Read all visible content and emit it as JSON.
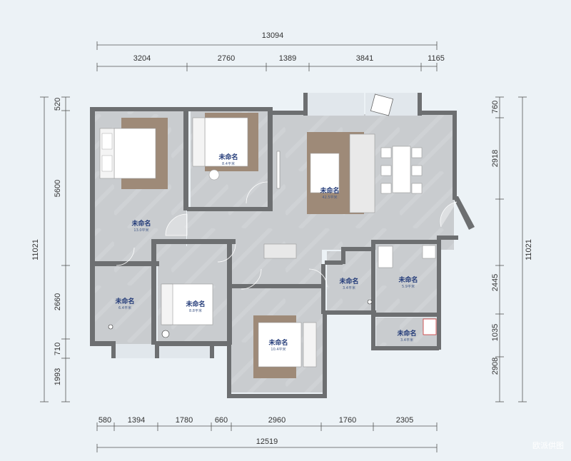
{
  "dimensions": {
    "top_total": "13094",
    "top_segments": [
      "3204",
      "2760",
      "1389",
      "3841",
      "1165"
    ],
    "bottom_total": "12519",
    "bottom_segments": [
      "580",
      "1394",
      "1780",
      "660",
      "2960",
      "1760",
      "2305"
    ],
    "left_total": "11021",
    "left_segments": [
      "520",
      "5600",
      "2660",
      "710",
      "1993"
    ],
    "right_total": "11021",
    "right_segments": [
      "760",
      "2918",
      "2445",
      "1035",
      "2908"
    ]
  },
  "rooms": [
    {
      "name": "未命名",
      "area": "13.0平米"
    },
    {
      "name": "未命名",
      "area": "8.4平米"
    },
    {
      "name": "未命名",
      "area": "42.5平米"
    },
    {
      "name": "未命名",
      "area": "6.4平米"
    },
    {
      "name": "未命名",
      "area": "8.8平米"
    },
    {
      "name": "未命名",
      "area": "10.4平米"
    },
    {
      "name": "未命名",
      "area": "3.4平米"
    },
    {
      "name": "未命名",
      "area": "5.9平米"
    },
    {
      "name": "未命名",
      "area": "3.4平米"
    }
  ],
  "watermark": "欧派供图",
  "colors": {
    "wall": "#6d6f71",
    "floor": "#c8cbce",
    "bed_frame": "#9e8a78",
    "dim_line": "#555555",
    "label": "#223a78"
  }
}
